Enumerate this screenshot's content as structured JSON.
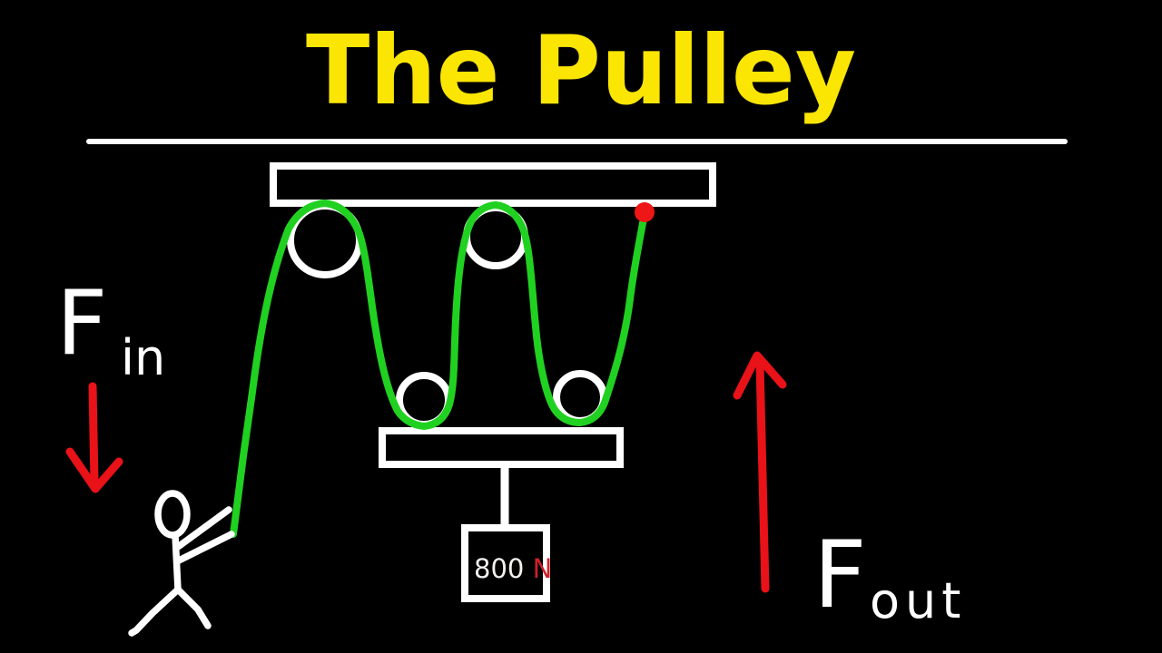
{
  "title": "The Pulley",
  "labels": {
    "force_in": {
      "symbol": "F",
      "subscript": "in"
    },
    "force_out": {
      "symbol": "F",
      "subscript": "out"
    }
  },
  "weight": {
    "value": "800",
    "unit": "N"
  },
  "scene": {
    "fixed_pulleys": 2,
    "movable_pulleys": 2,
    "rope_color": "#21d121",
    "force_arrow_color": "#e81218",
    "rope_anchor_color": "#ee1616",
    "title_color": "#fbe503",
    "structure_color": "#ffffff",
    "weight_unit_color": "#cc2129",
    "background_color": "#000000"
  }
}
